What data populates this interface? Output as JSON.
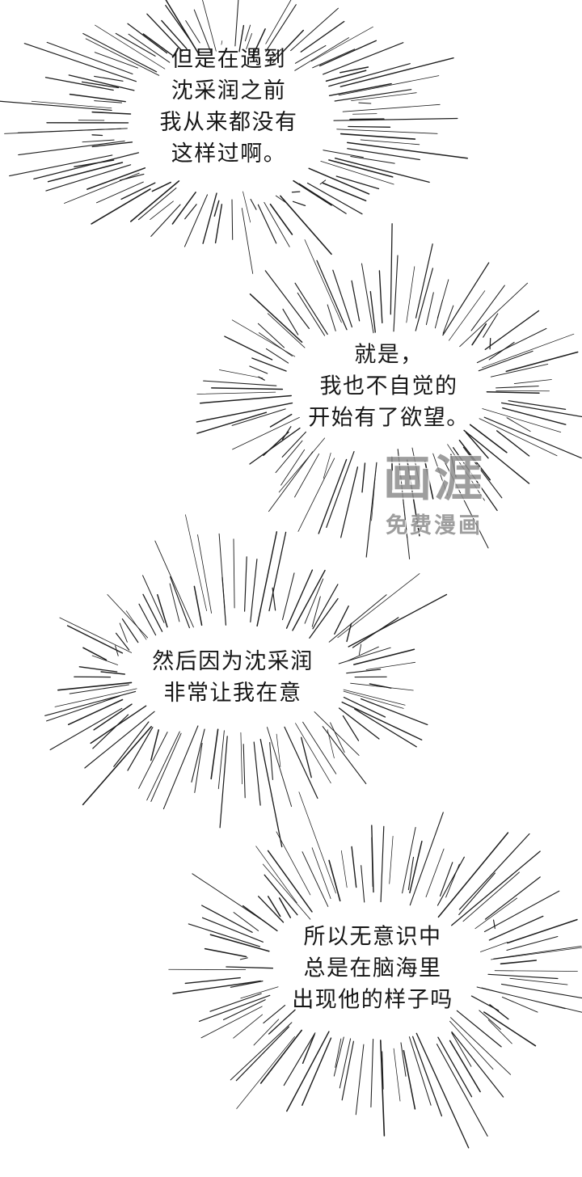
{
  "bubbles": [
    {
      "lines": [
        "但是在遇到",
        "沈采润之前",
        "我从来都没有",
        "这样过啊。"
      ]
    },
    {
      "lines": [
        "就是，",
        "我也不自觉的",
        "开始有了欲望。"
      ]
    },
    {
      "lines": [
        "然后因为沈采润",
        "非常让我在意"
      ]
    },
    {
      "lines": [
        "所以无意识中",
        "总是在脑海里",
        "出现他的样子吗"
      ]
    }
  ],
  "watermark": {
    "logo": "画涯",
    "subtitle": "免费漫画"
  },
  "colors": {
    "background": "#ffffff",
    "ink": "#1e1e1e",
    "watermark": "#8e8e8e"
  }
}
